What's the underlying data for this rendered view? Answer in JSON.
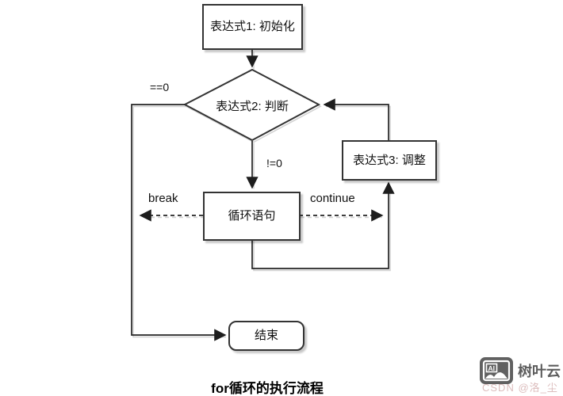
{
  "title": "for循环的执行流程",
  "diagram_type": "flowchart",
  "nodes": {
    "init": {
      "label": "表达式1: 初始化",
      "shape": "rect"
    },
    "cond": {
      "label": "表达式2: 判断",
      "shape": "diamond"
    },
    "adjust": {
      "label": "表达式3: 调整",
      "shape": "rect"
    },
    "body": {
      "label": "循环语句",
      "shape": "rect"
    },
    "end": {
      "label": "结束",
      "shape": "rounded-rect"
    }
  },
  "edges": [
    {
      "from": "init",
      "to": "cond",
      "style": "solid",
      "label": ""
    },
    {
      "from": "cond",
      "to": "end",
      "style": "solid",
      "label": "==0"
    },
    {
      "from": "cond",
      "to": "body",
      "style": "solid",
      "label": "!=0"
    },
    {
      "from": "body",
      "to": "adjust",
      "style": "solid",
      "label": ""
    },
    {
      "from": "adjust",
      "to": "cond",
      "style": "solid",
      "label": ""
    },
    {
      "from": "body",
      "to": "end",
      "style": "dashed",
      "label": "break"
    },
    {
      "from": "body",
      "to": "adjust",
      "style": "dashed",
      "label": "continue"
    }
  ],
  "watermark": {
    "logo_text": "AI",
    "brand": "树叶云",
    "faint_text": "CSDN @洛_尘"
  },
  "colors": {
    "stroke": "#333333",
    "shadow": "#bfbfbf",
    "background": "#ffffff",
    "watermark_gray": "#5d5d5d",
    "watermark_faint": "#dcbdbd"
  }
}
